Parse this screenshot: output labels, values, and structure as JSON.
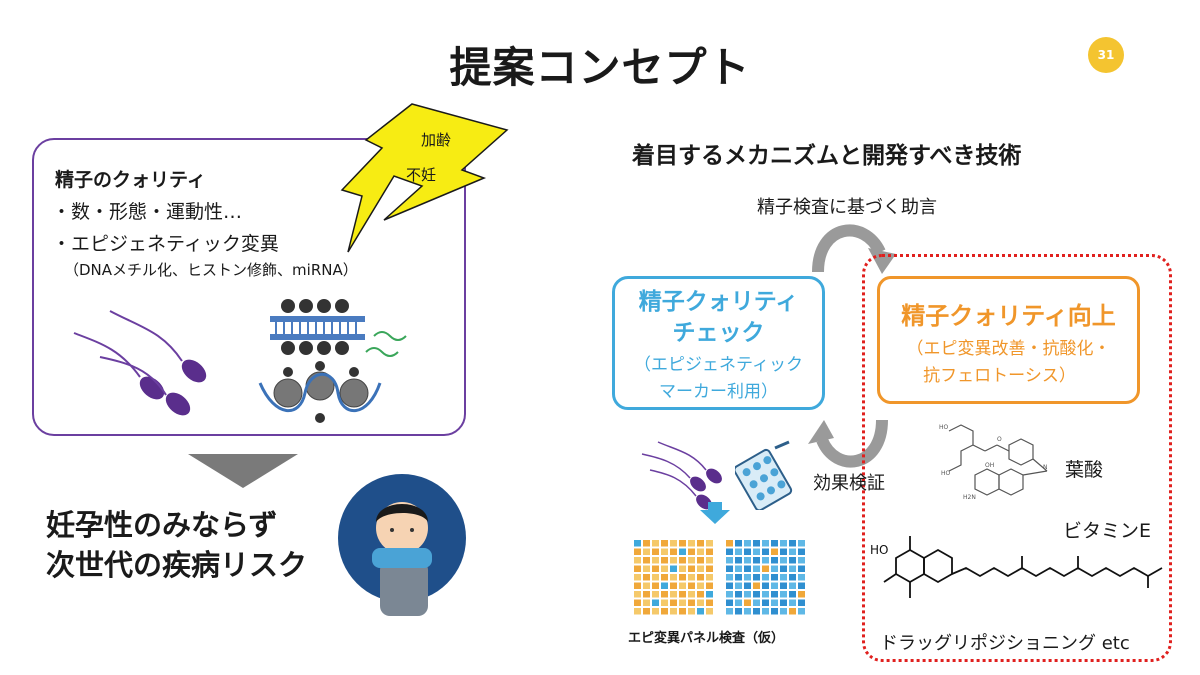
{
  "title": "提案コンセプト",
  "page_number": "31",
  "left": {
    "quality_title": "精子のクォリティ",
    "line1": "・数・形態・運動性…",
    "line2": "・エピジェネティック変異",
    "line3": "（DNAメチル化、ヒストン修飾、miRNA）",
    "bolt_text1": "加齢",
    "bolt_text2": "不妊"
  },
  "risk": {
    "line1": "妊孕性のみならず",
    "line2": "次世代の疾病リスク"
  },
  "right": {
    "heading": "着目するメカニズムと開発すべき技術",
    "advice_label": "精子検査に基づく助言",
    "effect_label": "効果検証",
    "check_box": {
      "title1": "精子クォリティ",
      "title2": "チェック",
      "sub1": "（エピジェネティック",
      "sub2": "マーカー利用）"
    },
    "improve_box": {
      "title": "精子クォリティ向上",
      "sub1": "（エピ変異改善・抗酸化・",
      "sub2": "抗フェロトーシス）"
    },
    "folic_label": "葉酸",
    "vitamin_label": "ビタミンE",
    "drug_label": "ドラッグリポジショニング etc",
    "panel_label": "エピ変異パネル検査（仮）"
  },
  "colors": {
    "purple": "#6b3fa0",
    "blue": "#3fa9dc",
    "orange": "#f0962a",
    "red": "#e0201e",
    "yellow": "#f7ec13",
    "page_badge": "#f4c430"
  }
}
